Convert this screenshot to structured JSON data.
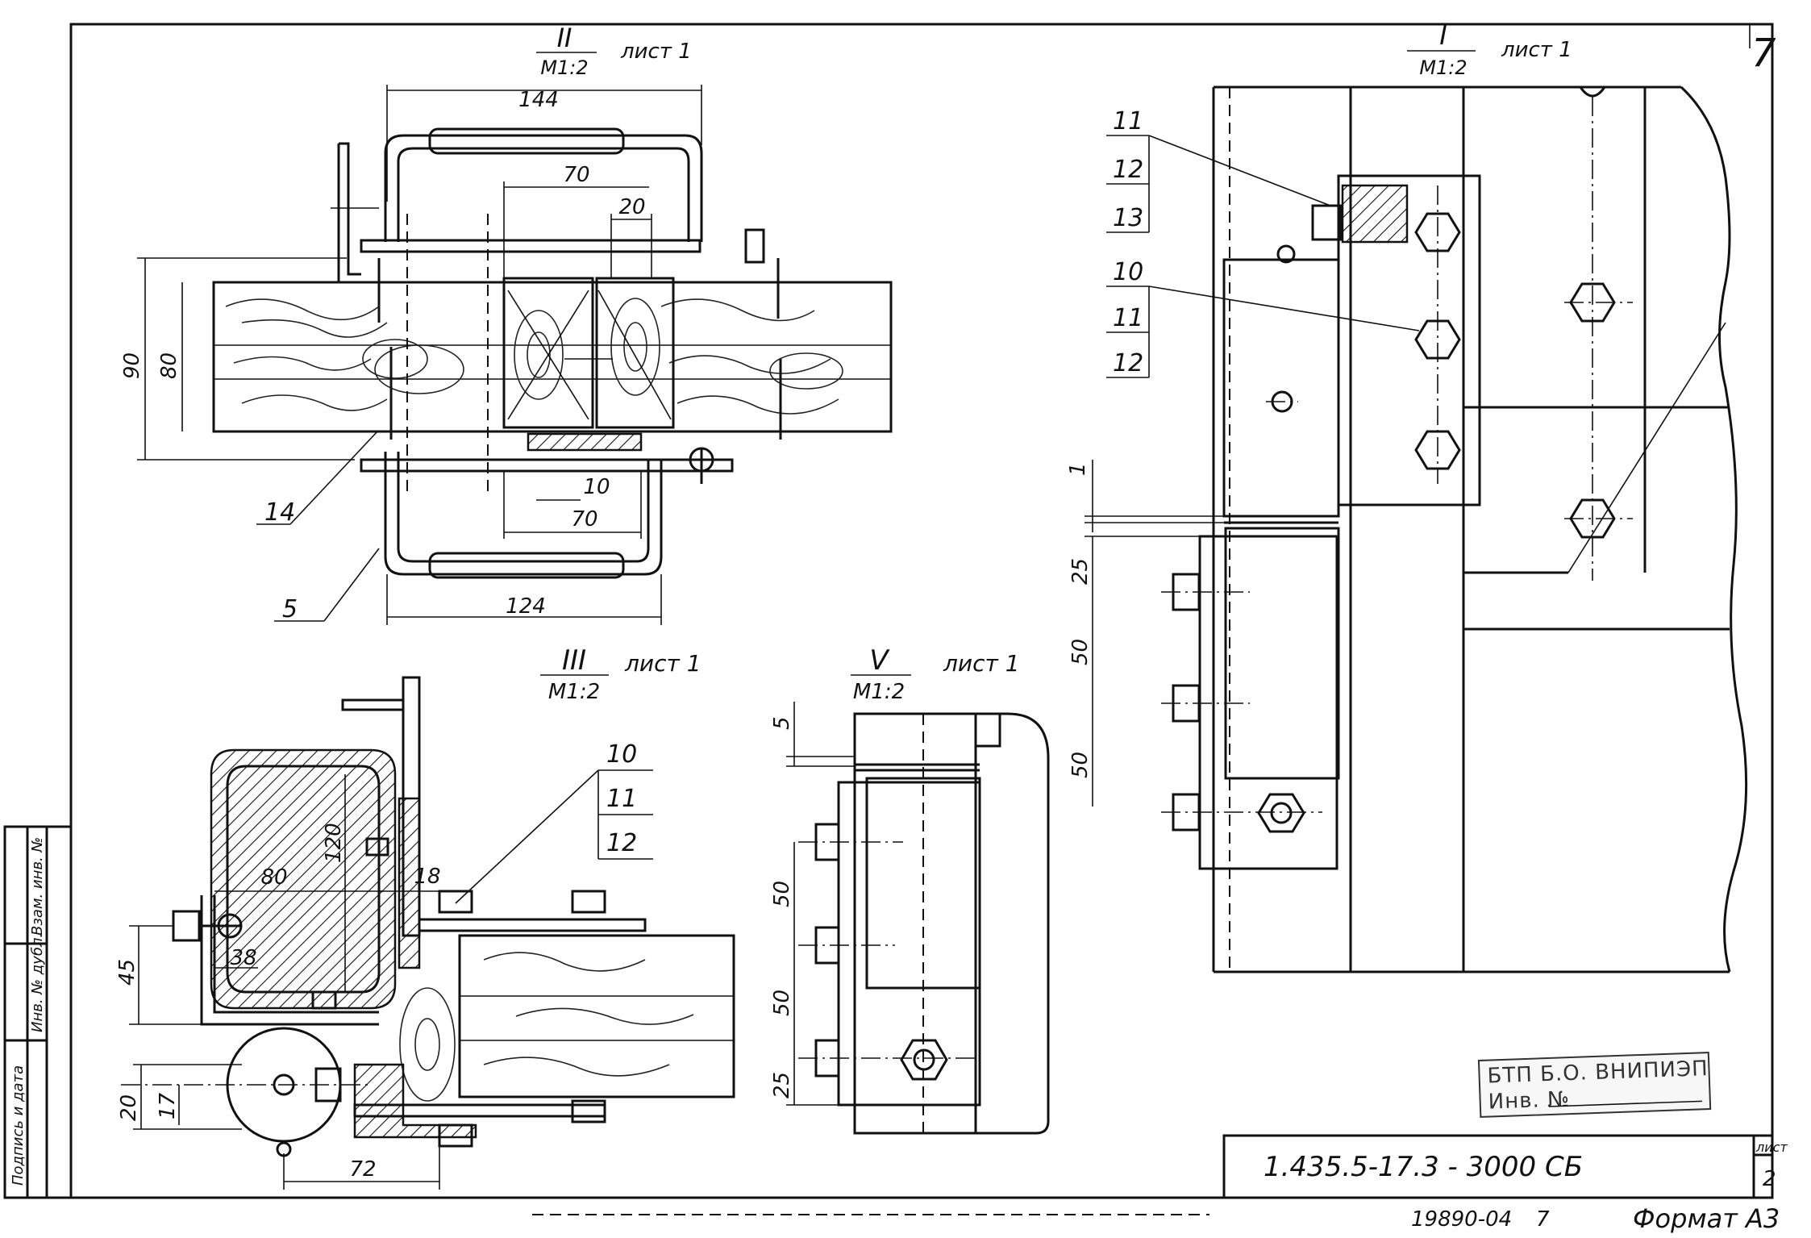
{
  "sheet": {
    "corner_number": "7",
    "format_label": "Формат А3",
    "inventory_code": "19890-04",
    "inventory_suffix": "7"
  },
  "title_block": {
    "designation": "1.435.5-17.3 - 3000 СБ",
    "sheet_label": "лист",
    "sheet_number": "2"
  },
  "stamp": {
    "line1": "БТП Б.О. ВНИПИЭП",
    "line2": "Инв. №"
  },
  "side_strip": {
    "labels": [
      "Подпись и дата",
      "Инв. № дубл.",
      "Взам. инв. №"
    ]
  },
  "views": {
    "view2": {
      "numeral": "II",
      "scale": "М1:2",
      "sheet_ref": "лист 1",
      "dims": [
        "144",
        "70",
        "20",
        "90",
        "80",
        "10",
        "70",
        "124"
      ],
      "callouts": [
        "14",
        "5"
      ]
    },
    "view3": {
      "numeral": "III",
      "scale": "М1:2",
      "sheet_ref": "лист 1",
      "dims": [
        "120",
        "80",
        "18",
        "38",
        "45",
        "20",
        "17",
        "72"
      ],
      "callouts": [
        "10",
        "11",
        "12"
      ]
    },
    "view5": {
      "numeral": "V",
      "scale": "М1:2",
      "sheet_ref": "лист 1",
      "dims": [
        "5",
        "50",
        "50",
        "25"
      ]
    },
    "view1": {
      "numeral": "I",
      "scale": "М1:2",
      "sheet_ref": "лист 1",
      "dims": [
        "1",
        "25",
        "50",
        "50"
      ],
      "callouts_a": [
        "11",
        "12",
        "13"
      ],
      "callouts_b": [
        "10",
        "11",
        "12"
      ]
    }
  }
}
